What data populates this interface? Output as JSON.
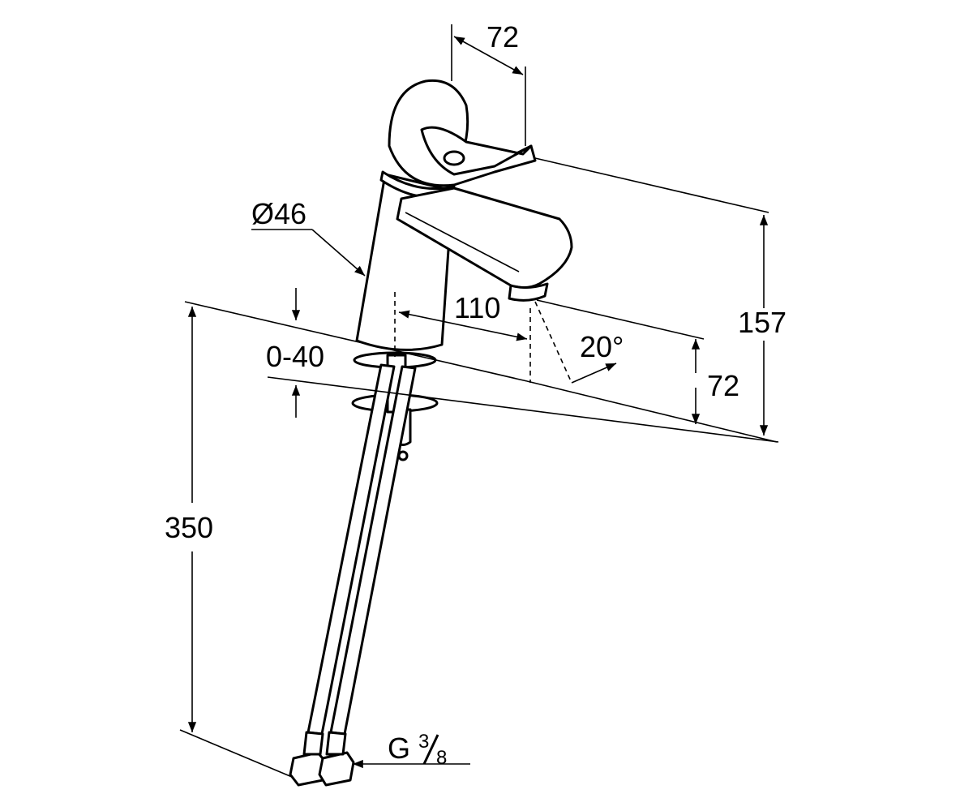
{
  "dimensions": {
    "lever_width": "72",
    "body_diameter": "Ø46",
    "spout_reach": "110",
    "spray_angle": "20°",
    "deck_thickness": "0-40",
    "outlet_height": "72",
    "total_height": "157",
    "hose_length": "350",
    "connection": {
      "prefix": "G",
      "numerator": "3",
      "denominator": "8"
    }
  }
}
